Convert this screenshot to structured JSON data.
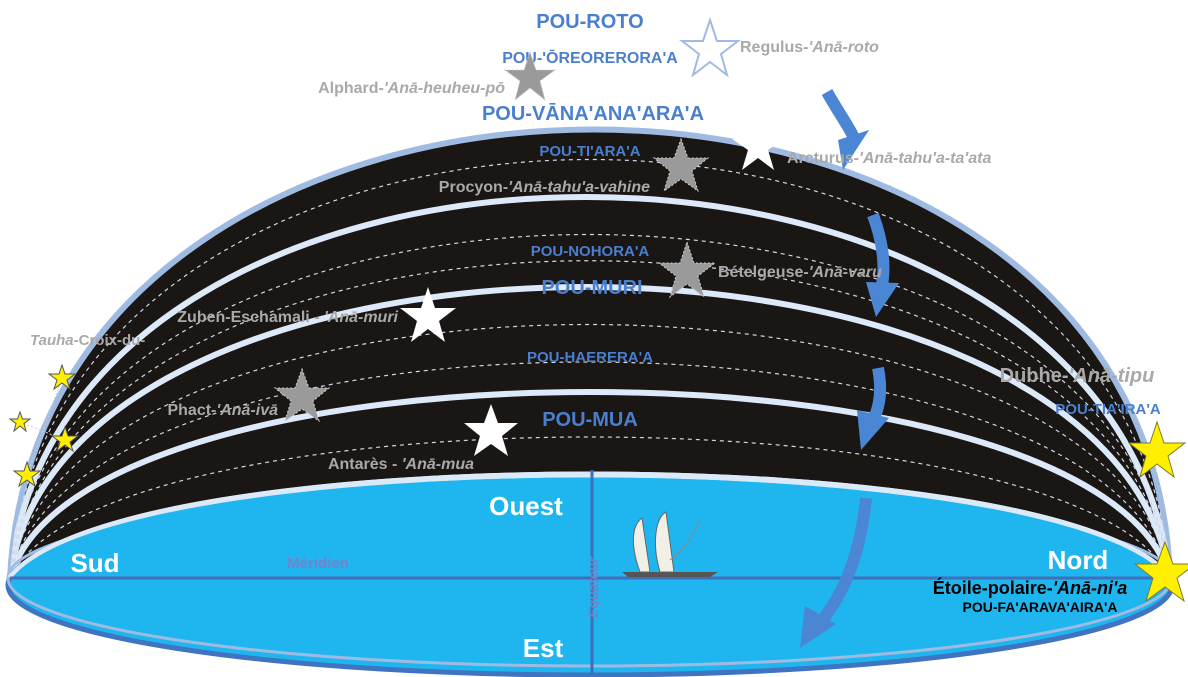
{
  "colors": {
    "sky": "#1a1614",
    "water": "#1fb6f0",
    "water_edge": "#3f74c2",
    "band": "#cfe2f6",
    "rim": "#9fbbe2",
    "label_blue": "#4a7fd0",
    "label_grey": "#a9a9a9",
    "arrow": "#4a86d4",
    "star_yellow": "#fff000",
    "star_grey": "#9a9a9a"
  },
  "directions": {
    "west": "Ouest",
    "east": "Est",
    "south": "Sud",
    "north": "Nord",
    "meridian": "Méridien",
    "equator": "Equateur"
  },
  "zones": {
    "pou_roto": "POU-ROTO",
    "pou_oreorerora": "POU-'ŌREORERORA'A",
    "pou_vanaanaara": "POU-VĀNA'ANA'ARA'A",
    "pou_tiara": "POU-TI'ARA'A",
    "pou_nohora": "POU-NOHORA'A",
    "pou_muri": "POU-MURI",
    "pou_haerera": "POU-HAERERA'A",
    "pou_mua": "POU-MUA",
    "pou_tiatia": "POU-TIA'IRA'A",
    "pou_faarava": "POU-FA'ARAVA'AIRA'A"
  },
  "stars": {
    "regulus": {
      "name": "Regulus-",
      "local": "'Anā-roto"
    },
    "alphard": {
      "name": "Alphard-",
      "local": "'Anā-heuheu-pō"
    },
    "arcturus": {
      "name": "Arcturus-",
      "local": "'Anā-tahu'a-ta'ata"
    },
    "procyon": {
      "name": "Procyon-",
      "local": "'Anā-tahu'a-vahine"
    },
    "betelgeuse": {
      "name": "Bételgeuse-",
      "local": "'Anā-varu"
    },
    "zuben": {
      "name": "Zuben-Eschamali - ",
      "local": "'Anā-muri"
    },
    "phact": {
      "name": "Phact-",
      "local": "'Anā-ivā"
    },
    "antares": {
      "name": "Antarès - ",
      "local": "'Anā-mua"
    },
    "dubhe": {
      "name": "Dubhe-",
      "local": "'Anā-tipu"
    },
    "polaris": {
      "name": "Étoile-polaire-",
      "local": "'Anā-ni'a"
    },
    "crux_local": "Tauha-",
    "crux_name": "Croix-du-"
  }
}
